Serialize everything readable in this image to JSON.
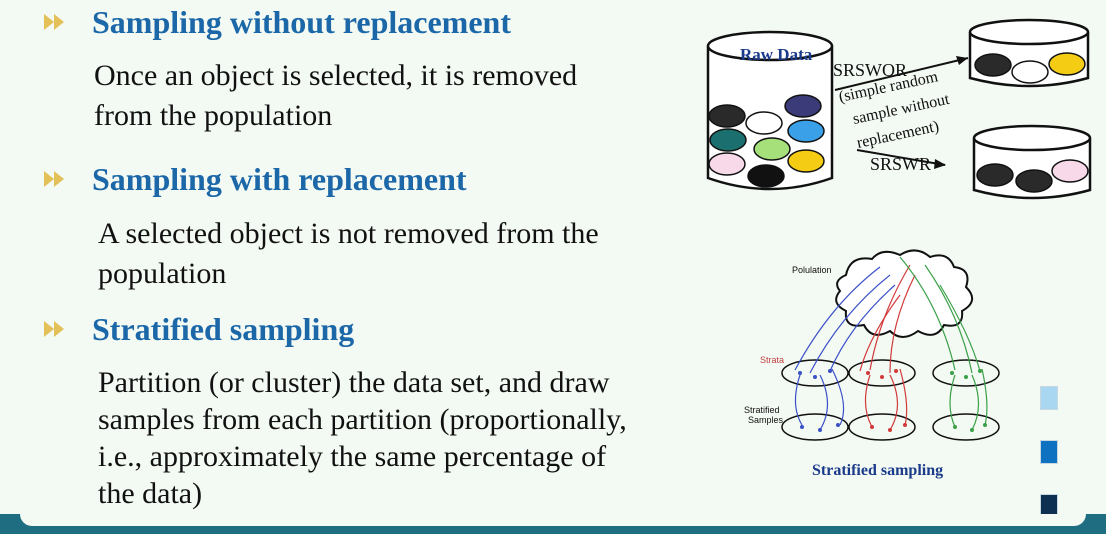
{
  "bullets": [
    {
      "heading": "Sampling without replacement",
      "body": [
        "Once an object is selected, it is removed",
        "from the population"
      ]
    },
    {
      "heading": "Sampling with replacement",
      "body": [
        "A selected object is not removed from the",
        "population"
      ]
    },
    {
      "heading": "Stratified sampling",
      "body": [
        "Partition (or cluster) the data set, and draw",
        "samples from each partition (proportionally,",
        "i.e., approximately the same percentage of",
        "the data)"
      ]
    }
  ],
  "sampling_diagram": {
    "raw_data_label": "Raw Data",
    "srswor_label": "SRSWOR",
    "srswor_desc": [
      "(simple random",
      "sample without",
      "replacement)"
    ],
    "srswr_label": "SRSWR"
  },
  "stratified_diagram": {
    "population_label": "Polulation",
    "strata_label": "Strata",
    "stratified_samples_label": [
      "Stratified",
      "Samples"
    ],
    "caption": "Stratified sampling"
  },
  "colors": {
    "heading": "#1b67a8",
    "bullet_arrow": "#e6c96a",
    "square_light": "#a9d7f2",
    "square_mid": "#0f72c0",
    "square_dark": "#0d2f52"
  }
}
